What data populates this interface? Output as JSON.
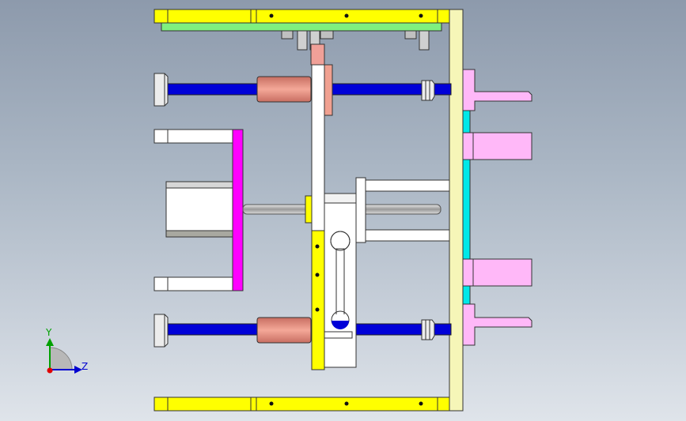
{
  "view": {
    "title": "",
    "background_top": "#8d9aac",
    "background_bottom": "#dfe4ea"
  },
  "triad": {
    "y_label": "Y",
    "z_label": "Z",
    "y_color": "#00a000",
    "z_color": "#0000d0",
    "origin_color": "#e00000"
  },
  "parts": {
    "top_plate": "top-rail",
    "bottom_plate": "bottom-rail",
    "guide_rods": "blue-rods",
    "bushings": "salmon-bushings",
    "motor_bracket": "magenta-plate",
    "ejector_plate": "yellow-slider",
    "side_plate": "cream-plate",
    "pink_blocks": "pink-blocks"
  },
  "colors": {
    "yellow": "#ffff00",
    "green": "#7ff07f",
    "blue": "#0000d8",
    "salmon": "#f0a090",
    "magenta": "#ff00ff",
    "pink": "#ffb8f8",
    "cream": "#f6f6b8",
    "cyan": "#00e8e8",
    "white": "#ffffff",
    "gray": "#c8c8c8"
  }
}
